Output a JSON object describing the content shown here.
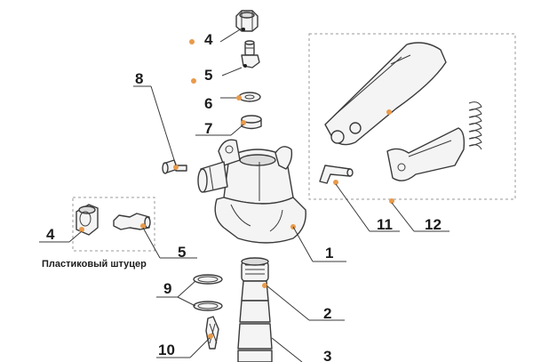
{
  "diagram": {
    "labels": {
      "part_1": "1",
      "part_2": "2",
      "part_3": "3",
      "part_4_top": "4",
      "part_4_plastic": "4",
      "part_5_top": "5",
      "part_5_plastic": "5",
      "part_6": "6",
      "part_7": "7",
      "part_8": "8",
      "part_9": "9",
      "part_10": "10",
      "part_11": "11",
      "part_12": "12"
    },
    "plastic_fitting_caption": "Пластиковый штуцер",
    "colors": {
      "marker": "#e89a4a",
      "line": "#3a3a3a",
      "dashed_frame": "#9a9a9a"
    }
  }
}
